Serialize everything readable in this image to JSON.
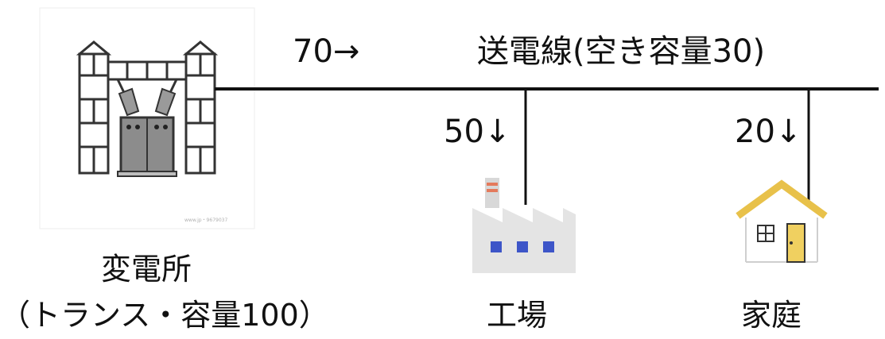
{
  "diagram": {
    "transmission_line": {
      "label": "送電線(空き容量30)",
      "flow_label": "70→"
    },
    "substation": {
      "name": "変電所",
      "detail": "（トランス・容量100）",
      "image_credit": "www.jp・9679037"
    },
    "factory": {
      "name": "工場",
      "flow_label": "50↓"
    },
    "home": {
      "name": "家庭",
      "flow_label": "20↓"
    },
    "colors": {
      "line": "#111111",
      "frame": "#333333",
      "transformer": "#8c8c8c",
      "factory_body": "#e4e4e4",
      "factory_window": "#3d55c8",
      "chimney_stripe": "#e47a5c",
      "roof": "#e8c14a",
      "door": "#f0d060"
    }
  }
}
